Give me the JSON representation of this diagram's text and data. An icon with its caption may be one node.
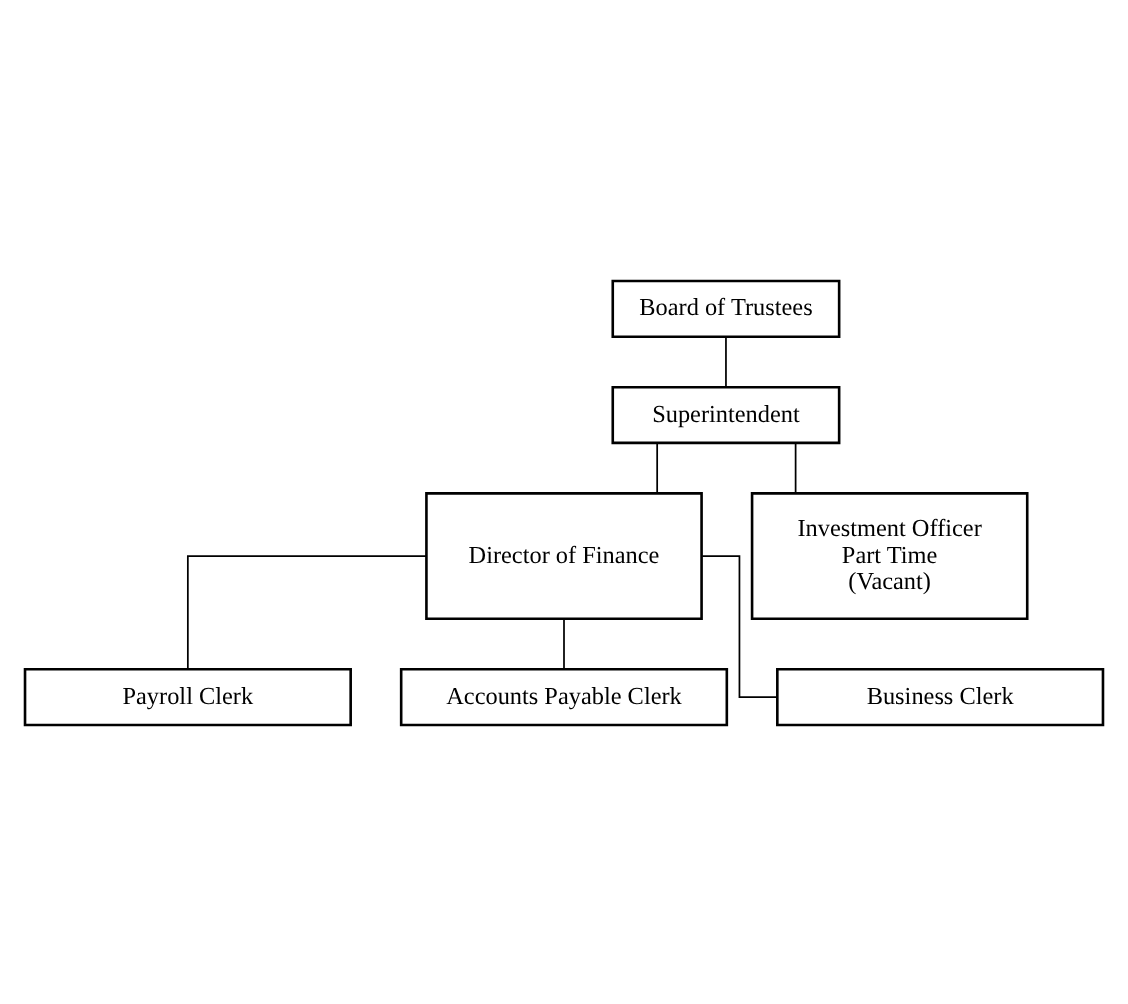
{
  "diagram": {
    "nodes": [
      {
        "text": [
          "Board of Trustees"
        ]
      },
      {
        "text": [
          "Superintendent"
        ]
      },
      {
        "text": [
          "Director of Finance"
        ]
      },
      {
        "text": [
          "Investment Officer Part Time (Vacant)"
        ]
      },
      {
        "text": [
          "Payroll Clerk"
        ]
      },
      {
        "text": [
          "Accounts Payable Clerk"
        ]
      },
      {
        "text": [
          "Business Clerk"
        ]
      }
    ],
    "edges": [
      {
        "from": 0,
        "to": 1,
        "arrow": "none"
      },
      {
        "from": 1,
        "to": 2,
        "arrow": "none"
      },
      {
        "from": 1,
        "to": 3,
        "arrow": "none"
      },
      {
        "from": 2,
        "to": 4,
        "arrow": "none"
      },
      {
        "from": 2,
        "to": 5,
        "arrow": "none"
      },
      {
        "from": 2,
        "to": 6,
        "arrow": "none"
      }
    ]
  }
}
